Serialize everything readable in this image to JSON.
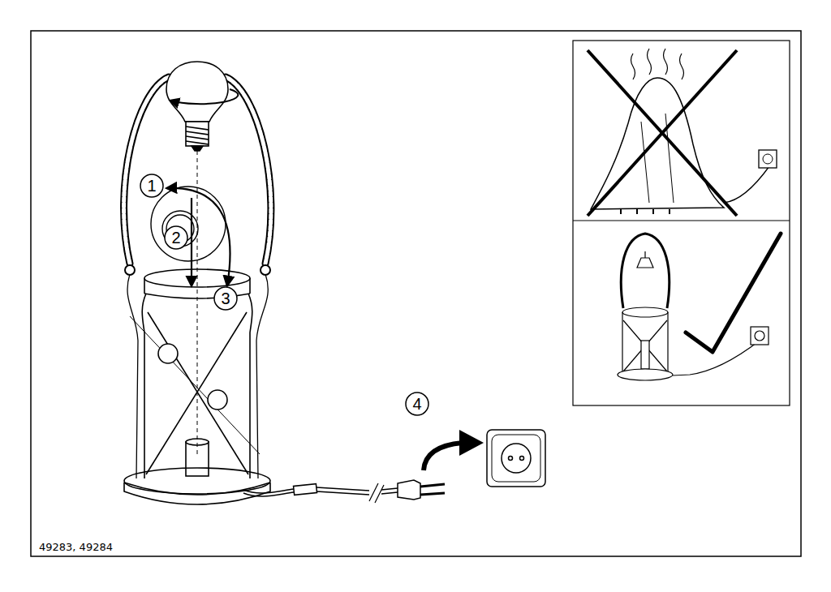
{
  "diagram": {
    "labels": [
      "1",
      "2",
      "3",
      "4",
      "49283, 49284"
    ]
  }
}
